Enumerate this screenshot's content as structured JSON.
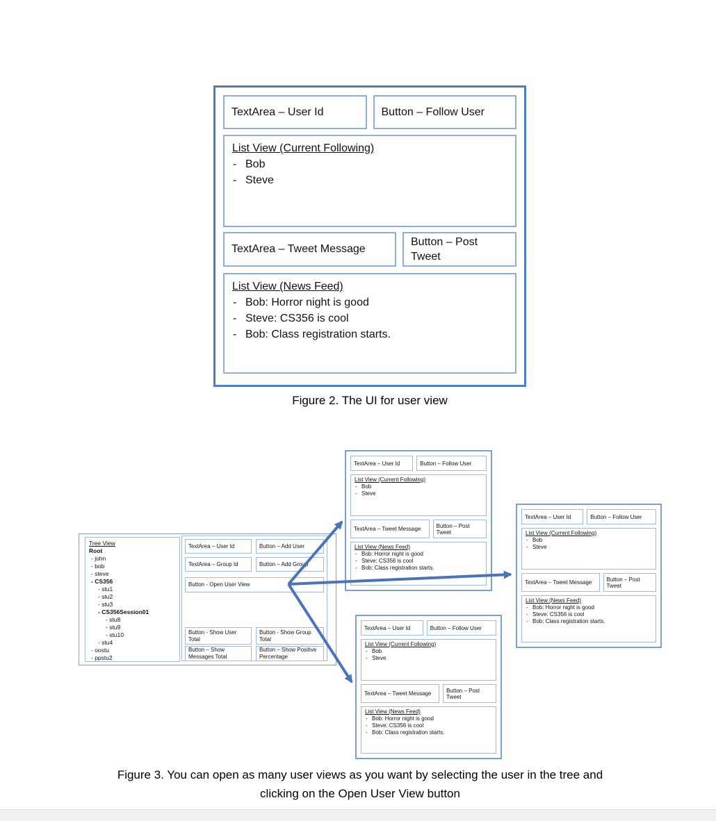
{
  "user_view": {
    "user_id": "TextArea – User Id",
    "follow_user": "Button – Follow User",
    "following_title": "List View (Current Following)",
    "following_items": [
      "Bob",
      "Steve"
    ],
    "tweet_message": "TextArea – Tweet Message",
    "post_tweet": "Button – Post Tweet",
    "feed_title": "List View (News Feed)",
    "feed_items": [
      "Bob: Horror night is good",
      "Steve: CS356 is cool",
      "Bob: Class registration starts."
    ]
  },
  "admin_view": {
    "tree": {
      "title": "Tree View",
      "items": [
        {
          "label": "Root",
          "level": 0,
          "bold": true
        },
        {
          "label": "- john",
          "level": 1,
          "bold": false
        },
        {
          "label": "- bob",
          "level": 1,
          "bold": false
        },
        {
          "label": "- steve",
          "level": 1,
          "bold": false
        },
        {
          "label": "- CS356",
          "level": 1,
          "bold": true
        },
        {
          "label": "- stu1",
          "level": 2,
          "bold": false
        },
        {
          "label": "- stu2",
          "level": 2,
          "bold": false
        },
        {
          "label": "- stu3",
          "level": 2,
          "bold": false
        },
        {
          "label": "- CS356Session01",
          "level": 2,
          "bold": true
        },
        {
          "label": "- stu8",
          "level": 3,
          "bold": false
        },
        {
          "label": "- stu9",
          "level": 3,
          "bold": false
        },
        {
          "label": "- stu10",
          "level": 3,
          "bold": false
        },
        {
          "label": "- stu4",
          "level": 2,
          "bold": false
        },
        {
          "label": "- oostu",
          "level": 1,
          "bold": false
        },
        {
          "label": "- ppstu2",
          "level": 1,
          "bold": false
        }
      ]
    },
    "textarea_user_id": "TextArea – User Id",
    "button_add_user": "Button – Add User",
    "textarea_group_id": "TextArea – Group Id",
    "button_add_group": "Button – Add Group",
    "button_open_user_view": "Button - Open User View",
    "button_show_user_total": "Button - Show User Total",
    "button_show_group_total": "Button - Show Group Total",
    "button_show_messages_total": "Button – Show Messages Total",
    "button_show_positive_percentage": "Button – Show Positive Percentage"
  },
  "captions": {
    "figure2": "Figure 2. The UI for user view",
    "figure3_line1": "Figure 3. You can open as many user views as you want by selecting the user in the tree and",
    "figure3_line2": "clicking on the Open User View button"
  },
  "colors": {
    "box_outer_border": "#4f7dbe",
    "box_inner_border": "#8eaed9",
    "arrow": "#4a73b9"
  }
}
